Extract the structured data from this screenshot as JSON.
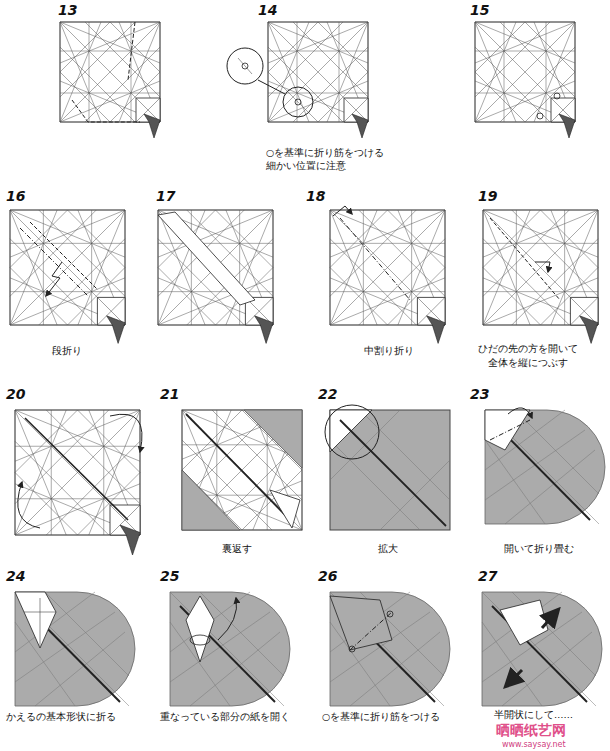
{
  "diagram": {
    "labels": [
      "13",
      "14",
      "15",
      "○を基準に折り筋をつける",
      "細かい位置に注意",
      "16",
      "17",
      "18",
      "19",
      "段折り",
      "中割り折り",
      "ひだの先の方を開いて",
      "全体を縦につぶす",
      "20",
      "21",
      "22",
      "23",
      "裏返す",
      "拡大",
      "開いて折り畳む",
      "24",
      "25",
      "26",
      "27",
      "かえるの基本形状に折る",
      "重なっている部分の紙を開く",
      "○を基準に折り筋をつける",
      "半開状にして……",
      "晒晒纸艺网",
      "www.saysay.net"
    ]
  }
}
